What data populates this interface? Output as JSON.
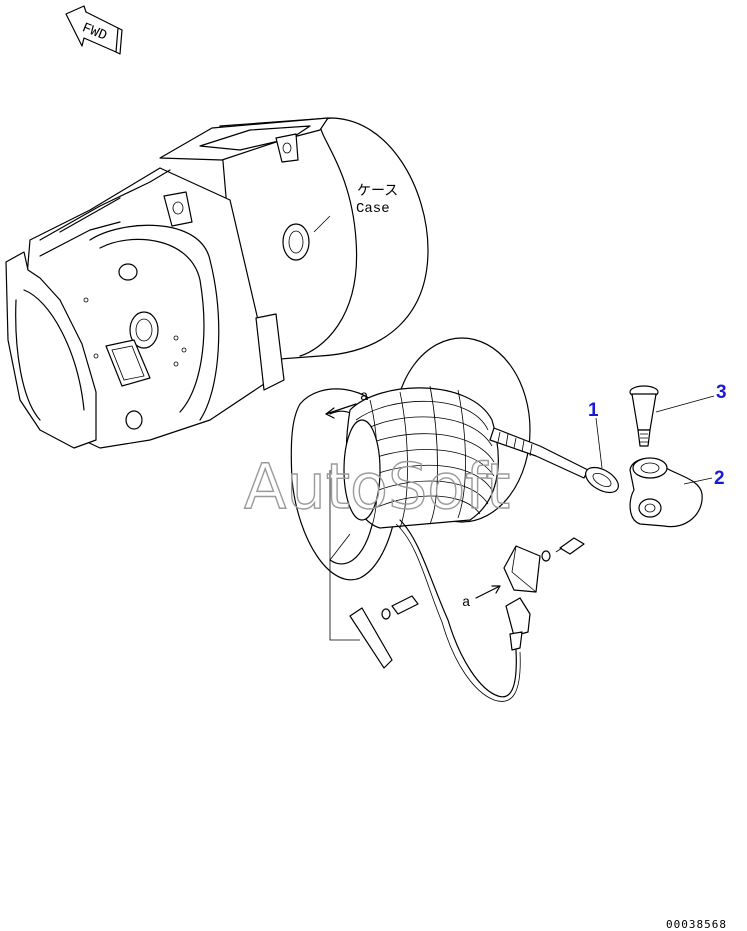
{
  "fwd_label": "FWD",
  "case_label_jp": "ケース",
  "case_label_en": "Case",
  "ref_a_upper": "a",
  "ref_a_lower": "a",
  "watermark": "AutoSoft",
  "drawing_code": "00038568",
  "callouts": [
    {
      "id": "1",
      "label": "1"
    },
    {
      "id": "2",
      "label": "2"
    },
    {
      "id": "3",
      "label": "3"
    }
  ],
  "colors": {
    "callout": "#1a1ad6",
    "line": "#000000",
    "watermark": "#9a9a9a"
  }
}
